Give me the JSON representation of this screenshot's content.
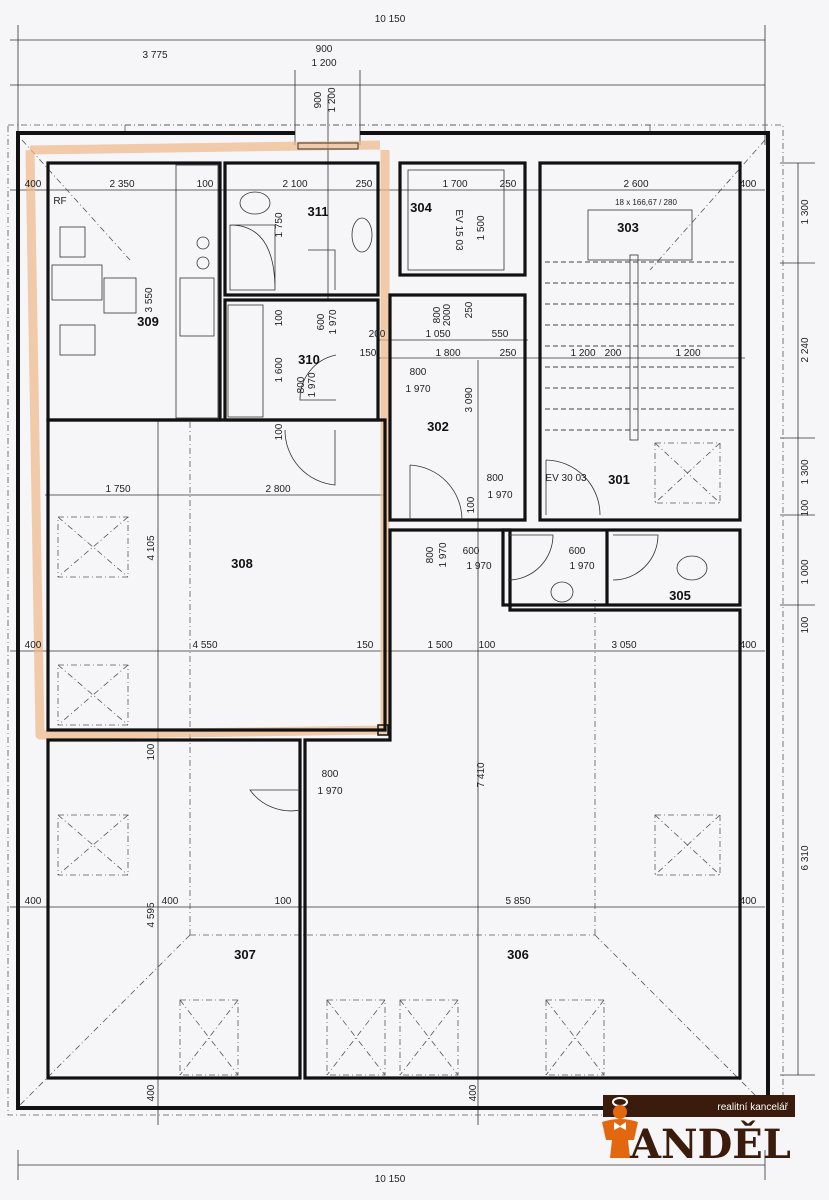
{
  "rooms": {
    "r301": "301",
    "r302": "302",
    "r303": "303",
    "r304": "304",
    "r305": "305",
    "r306": "306",
    "r307": "307",
    "r308": "308",
    "r309": "309",
    "r310": "310",
    "r311": "311"
  },
  "dimensions": [
    "10 150",
    "3 775",
    "900",
    "1 200",
    "900",
    "1 200",
    "400",
    "2 350",
    "100",
    "2 100",
    "250",
    "1 700",
    "250",
    "2 600",
    "400",
    "18 x 166,67 / 280",
    "RF",
    "1 750",
    "3 550",
    "EV 15 03",
    "1 500",
    "800",
    "2000",
    "250",
    "100",
    "600",
    "1 970",
    "200",
    "1 050",
    "550",
    "150",
    "1 800",
    "250",
    "1 200",
    "200",
    "1 200",
    "800",
    "1 970",
    "1 600",
    "800",
    "1 970",
    "3 090",
    "100",
    "1 750",
    "2 800",
    "800",
    "1 970",
    "EV 30 03",
    "100",
    "800",
    "1 970",
    "600",
    "1 970",
    "600",
    "1 970",
    "4 105",
    "400",
    "4 550",
    "150",
    "1 500",
    "100",
    "3 050",
    "400",
    "100",
    "800",
    "1 970",
    "7 410",
    "4 595",
    "400",
    "100",
    "5 850",
    "400",
    "400",
    "400",
    "1 300",
    "2 240",
    "1 300",
    "100",
    "1 000",
    "100",
    "6 310",
    "10 150",
    "400"
  ],
  "logo": {
    "tagline": "realitní kancelář",
    "name": "ANDĚL",
    "colors": {
      "brown": "#3b1c0c",
      "orange": "#e2680f"
    }
  },
  "highlight_color": "#f0b888"
}
